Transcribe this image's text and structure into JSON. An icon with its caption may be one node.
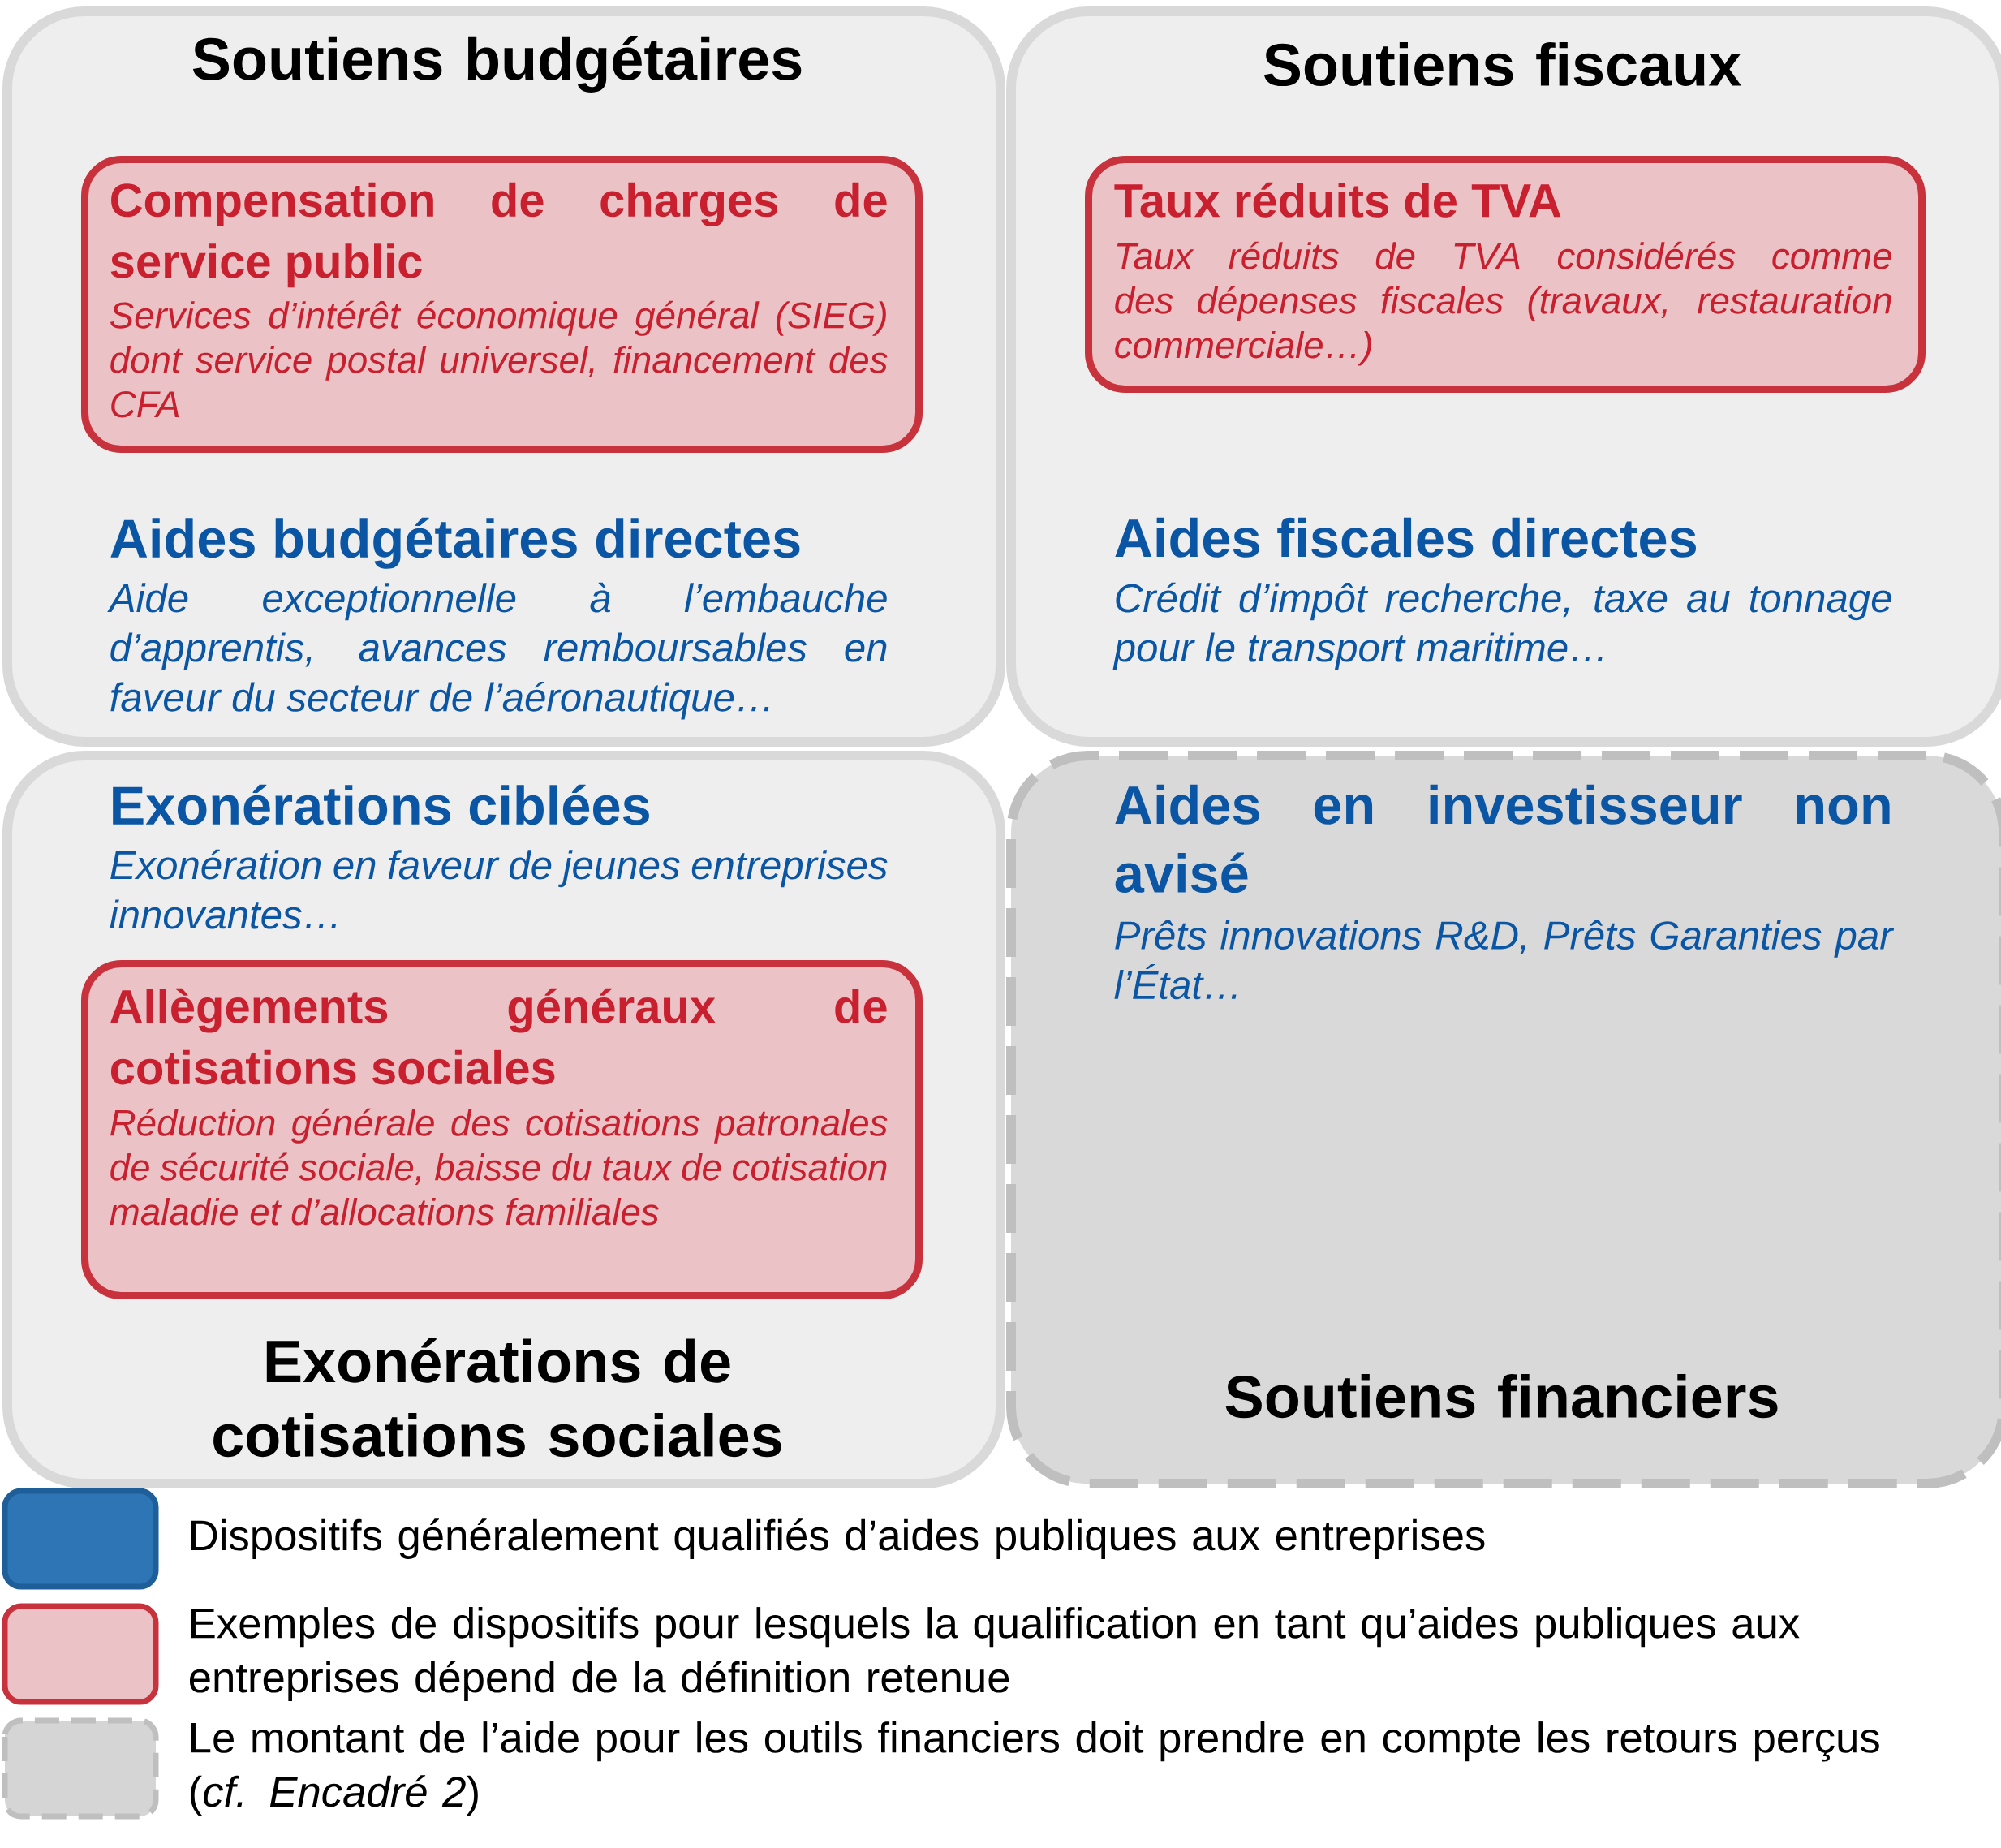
{
  "diagram": {
    "nodes": [
      {
        "text": [
          "Soutiens budgétaires",
          "Aides budgétaires directes",
          "Aide exceptionnelle à l’embauche d’apprentis, avances remboursables en faveur du secteur de l’aéronautique…"
        ]
      },
      {
        "text": [
          "Compensation de charges de service public",
          "Services d’intérêt économique général (SIEG) dont service postal universel, financement des CFA"
        ],
        "in": 0
      },
      {
        "text": [
          "Soutiens fiscaux",
          "Aides fiscales directes",
          "Crédit d’impôt recherche, taxe au tonnage pour le transport maritime…"
        ]
      },
      {
        "text": [
          "Taux réduits de TVA",
          "Taux réduits de TVA considérés comme des dépenses fiscales (travaux, restauration commerciale…)"
        ],
        "in": 2
      },
      {
        "text": [
          "Exonérations ciblées",
          "Exonération en faveur de jeunes entreprises innovantes…",
          "Exonérations de cotisations sociales"
        ]
      },
      {
        "text": [
          "Allègements généraux de cotisations sociales",
          "Réduction générale des cotisations patronales de sécurité sociale, baisse du taux de cotisation maladie et d’allocations familiales"
        ],
        "in": 4
      },
      {
        "text": [
          "Aides en investisseur non avisé",
          "Prêts innovations R&D, Prêts Garanties par l’État…",
          "Soutiens financiers"
        ]
      }
    ],
    "legend": [
      {
        "text": "Dispositifs généralement qualifiés d’aides publiques aux entreprises",
        "color": "#2e75b6"
      },
      {
        "text": "Exemples de dispositifs pour lesquels la qualification en tant qu’aides publiques aux entreprises dépend de la définition retenue",
        "color": "#ebc3c6"
      },
      {
        "text": "Le montant de l’aide pour les outils financiers doit prendre en compte les retours perçus (*cf. Encadré 2*)",
        "color": "#d5d5d5"
      }
    ]
  }
}
